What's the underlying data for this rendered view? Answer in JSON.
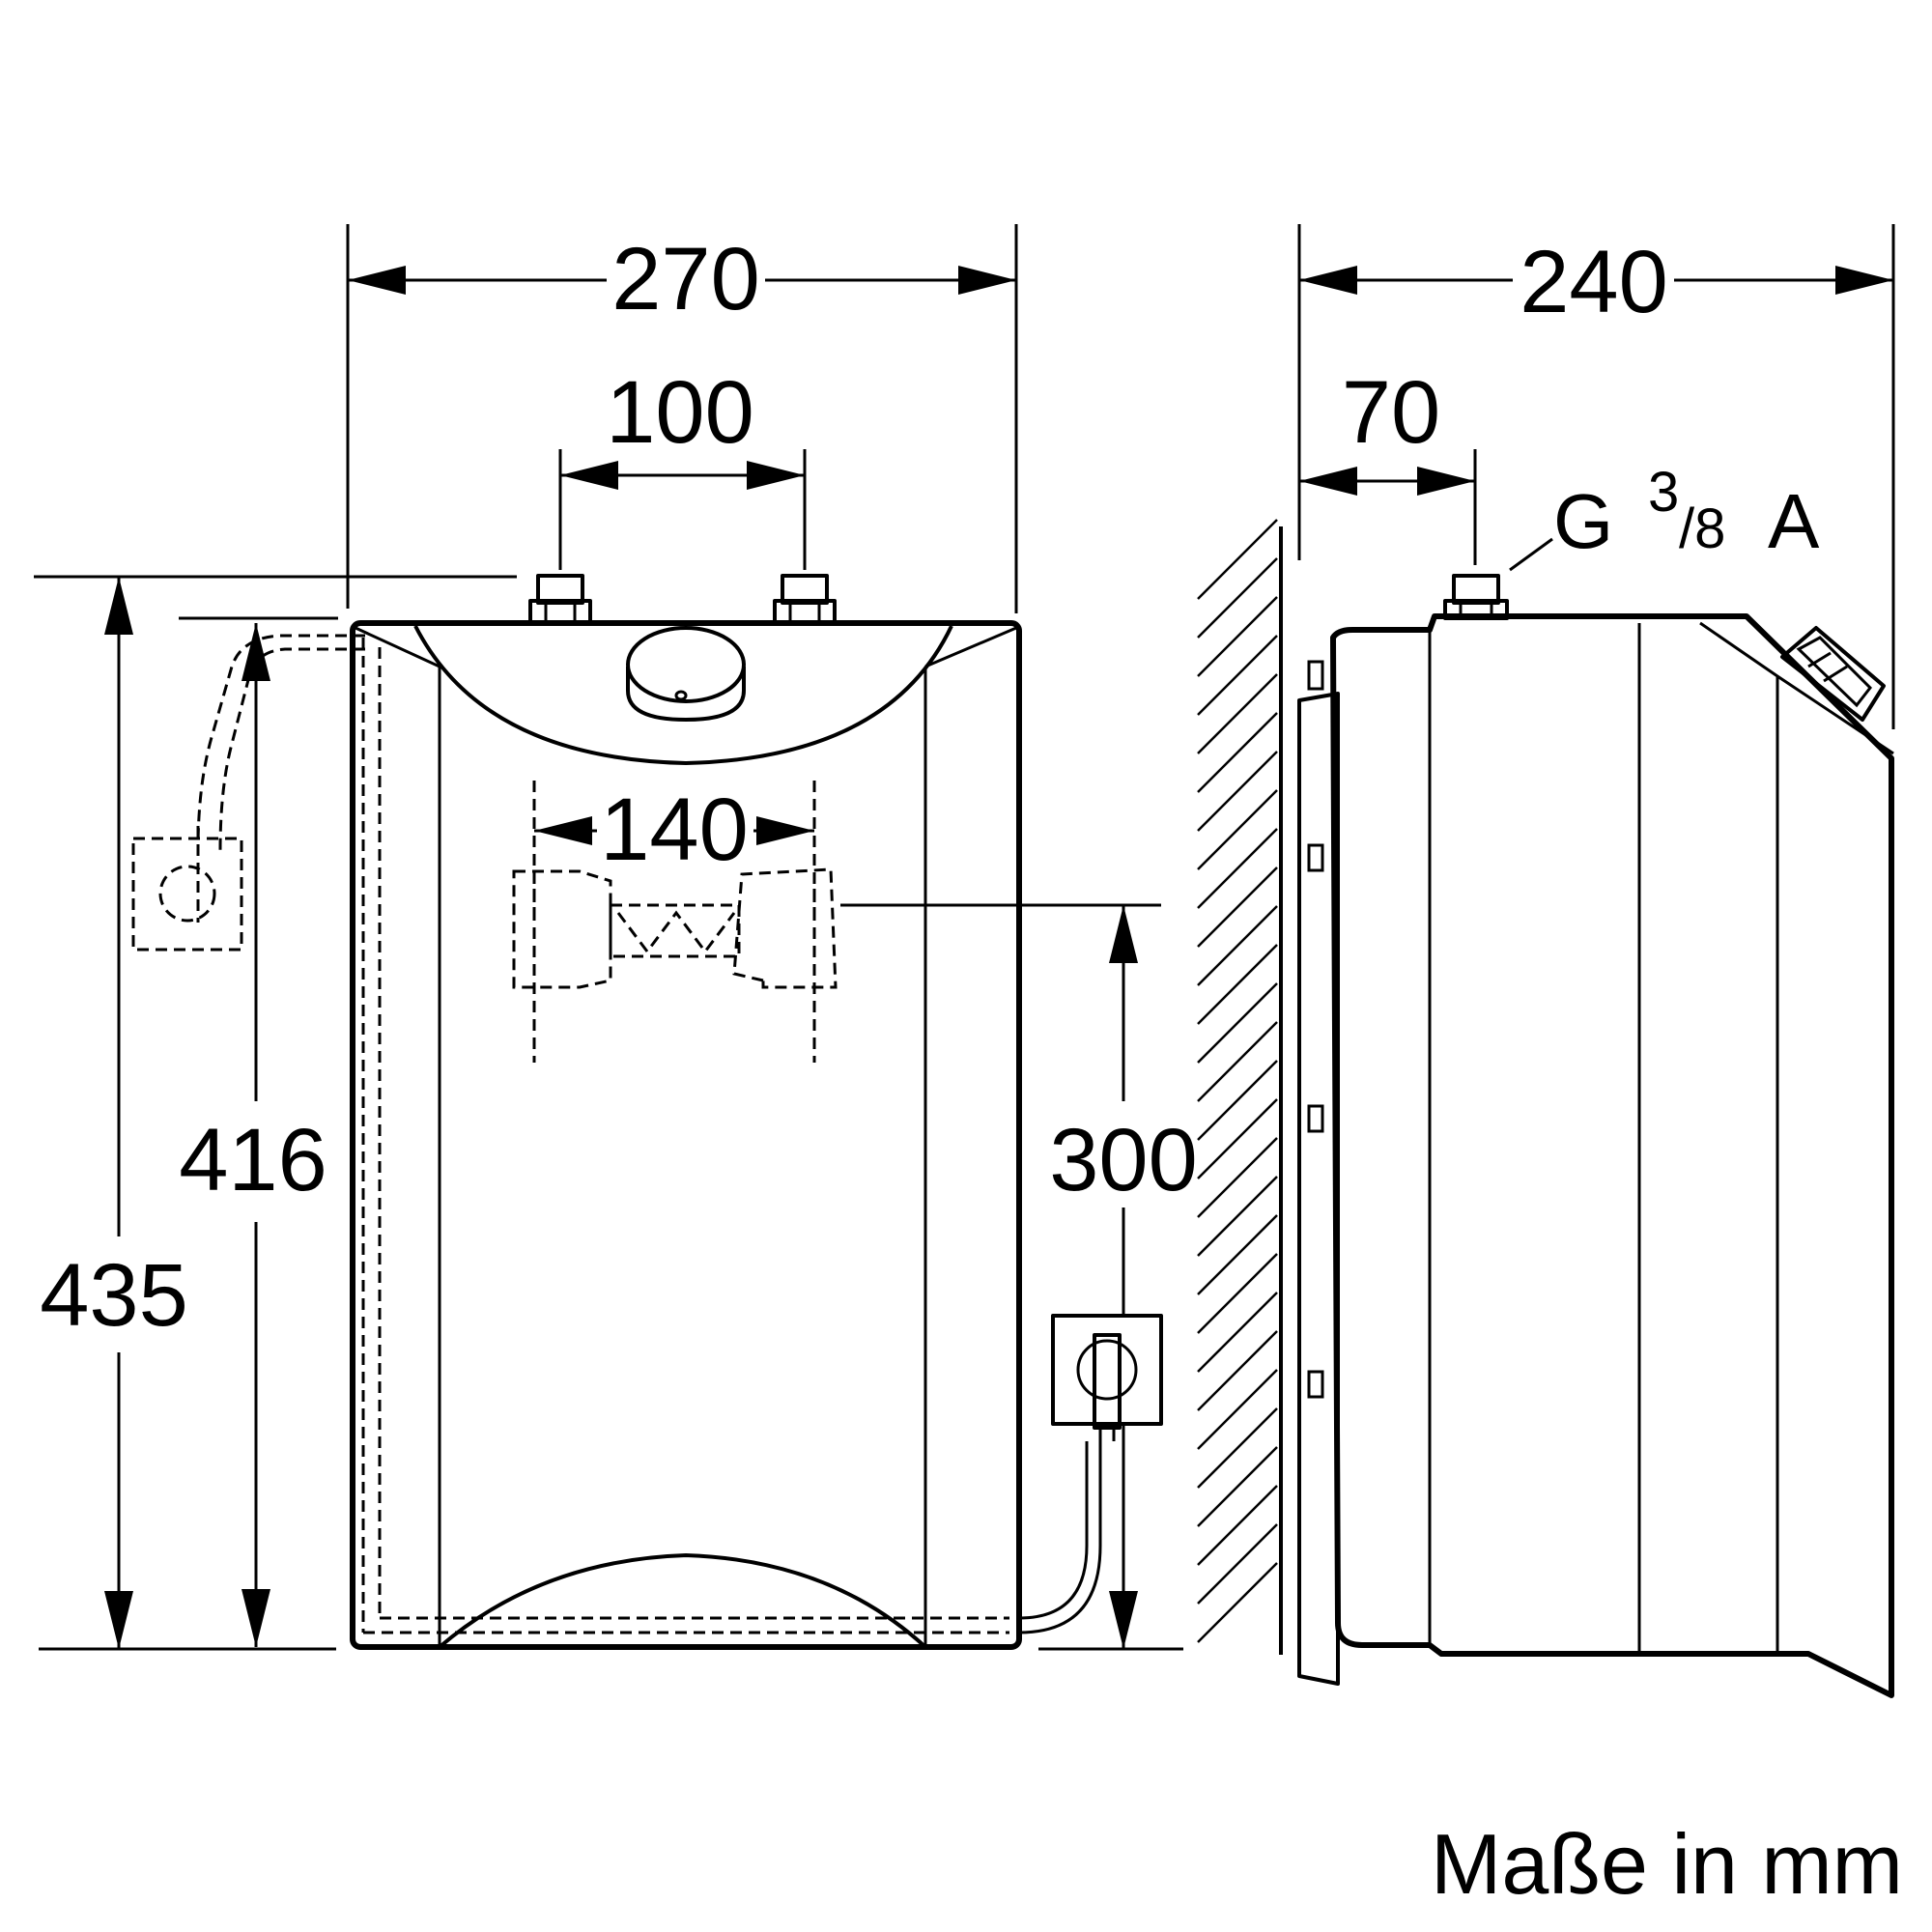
{
  "dimensions": {
    "front_width": "270",
    "connection_spacing": "100",
    "mount_spacing": "140",
    "total_height": "435",
    "body_height": "416",
    "socket_height": "300",
    "side_depth": "240",
    "connection_offset": "70"
  },
  "thread_label": {
    "main": "G",
    "fraction_num": "3",
    "fraction_den": "/8",
    "suffix": "A"
  },
  "footer": "Maße in mm"
}
